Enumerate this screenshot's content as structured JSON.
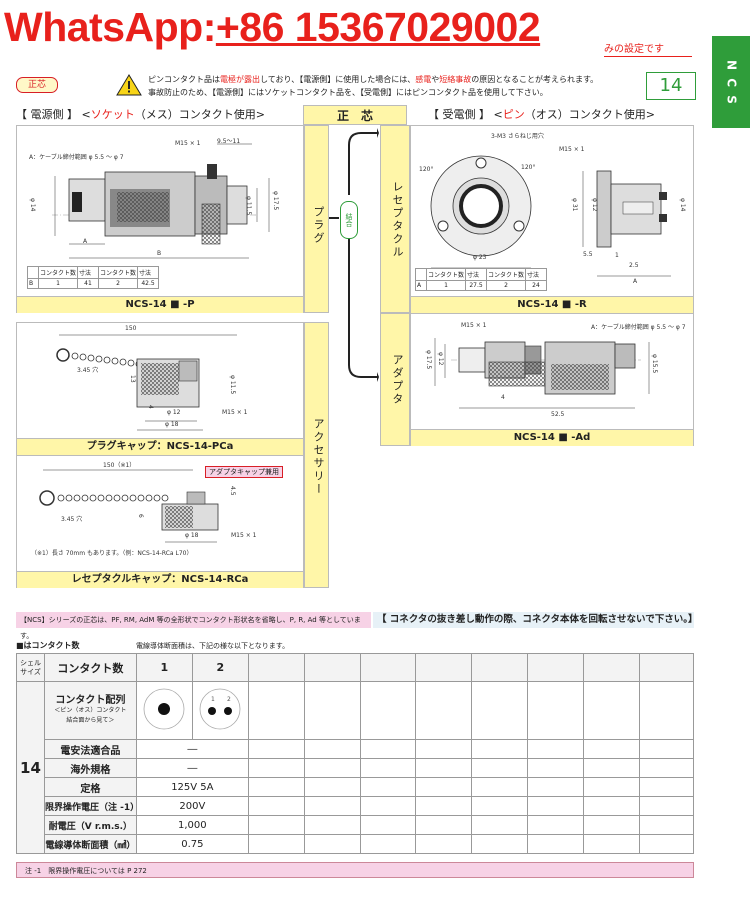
{
  "header": {
    "whatsapp_label": "WhatsApp:",
    "whatsapp_number": "+86 15367029002",
    "settings_note": "みの設定です",
    "side_tab": "N C S",
    "page_number": "14",
    "badge": "正芯",
    "warning_line1_a": "ピンコンタクト品は",
    "warning_line1_b": "電極が露出",
    "warning_line1_c": "しており、【電源側】に使用した場合には、",
    "warning_line1_d": "感電",
    "warning_line1_e": "や",
    "warning_line1_f": "短絡事故",
    "warning_line1_g": "の原因となることが考えられます。",
    "warning_line2": "事故防止のため、【電源側】にはソケットコンタクト品を、【受電側】にはピンコンタクト品を使用して下さい。"
  },
  "left_header": {
    "a": "【 電源側 】 <",
    "b": "ソケット",
    "c": "（メス）コンタクト使用>"
  },
  "center_header": "正　芯",
  "right_header": {
    "a": "【 受電側 】 <",
    "b": "ピン",
    "c": "（オス）コンタクト使用>"
  },
  "labels": {
    "plug": "プラグ",
    "receptacle": "レセプタクル",
    "adapter": "アダプタ",
    "accessory": "アクセサリー",
    "mating": "結合",
    "adapter_cap_note": "アダプタキャップ兼用"
  },
  "captions": {
    "plug": "NCS-14 ■ -P",
    "receptacle": "NCS-14 ■ -R",
    "adapter": "NCS-14 ■ -Ad",
    "plug_cap": "プラグキャップ：NCS-14-PCa",
    "receptacle_cap": "レセプタクルキャップ：NCS-14-RCa"
  },
  "dims": {
    "m15": "M15 × 1",
    "d9511": "9.5〜11",
    "cable_range": "A：ケーブル締付範囲 φ 5.5 〜 φ 7",
    "a_label": "A",
    "b_label": "B",
    "d14": "φ 14",
    "d115": "φ 11.5",
    "d175": "φ 17.5",
    "m3": "3-M3 さらねじ用穴",
    "a120": "120°",
    "d23": "φ 23",
    "d31": "φ 31",
    "d12": "φ 12",
    "d55": "5.5",
    "d1": "1",
    "d25": "2.5",
    "d155": "φ 15.5",
    "d4": "4",
    "d525": "52.5",
    "d150": "150",
    "d150n": "150（※1）",
    "d345": "3.45 穴",
    "d13": "13",
    "d18": "φ 18",
    "d45": "4.5",
    "d6": "6",
    "footnote": "（※1）長さ 70mm もあります。（例：NCS-14-RCa L70）"
  },
  "plug_table": {
    "headers": [
      "",
      "コンタクト数",
      "寸法",
      "コンタクト数",
      "寸法"
    ],
    "row": [
      "B",
      "1",
      "41",
      "2",
      "42.5"
    ]
  },
  "rec_table": {
    "headers": [
      "",
      "コンタクト数",
      "寸法",
      "コンタクト数",
      "寸法"
    ],
    "row": [
      "A",
      "1",
      "27.5",
      "2",
      "24"
    ]
  },
  "bars": {
    "pink": "【NCS】シリーズの正芯は、PF, RM, AdM 等の全形状でコンタクト形状名を省略し、P, R, Ad 等としています。",
    "blue": "【 コネクタの抜き差し動作の際、コネクタ本体を回転させないで下さい。】"
  },
  "contact_section": {
    "title": "■はコンタクト数",
    "subtitle": "電線導体断面積は、下記の様な以下となります。"
  },
  "spec": {
    "shell_size_label": "シェル\nサイズ",
    "contact_count_label": "コンタクト数",
    "col1": "1",
    "col2": "2",
    "shell_size": "14",
    "layout_label": "コンタクト配列",
    "layout_sub1": "＜ピン（オス）コンタクト",
    "layout_sub2": "結合面から見て＞",
    "rows": [
      {
        "label": "電安法適合品",
        "value": "―"
      },
      {
        "label": "海外規格",
        "value": "―"
      },
      {
        "label": "定格",
        "value": "125V 5A"
      },
      {
        "label": "限界操作電圧（注 -1）",
        "value": "200V"
      },
      {
        "label": "耐電圧（V r.m.s.）",
        "value": "1,000"
      },
      {
        "label": "電線導体断面積（㎟）",
        "value": "0.75"
      }
    ],
    "note": "注 -1　限界操作電圧については P 272"
  }
}
